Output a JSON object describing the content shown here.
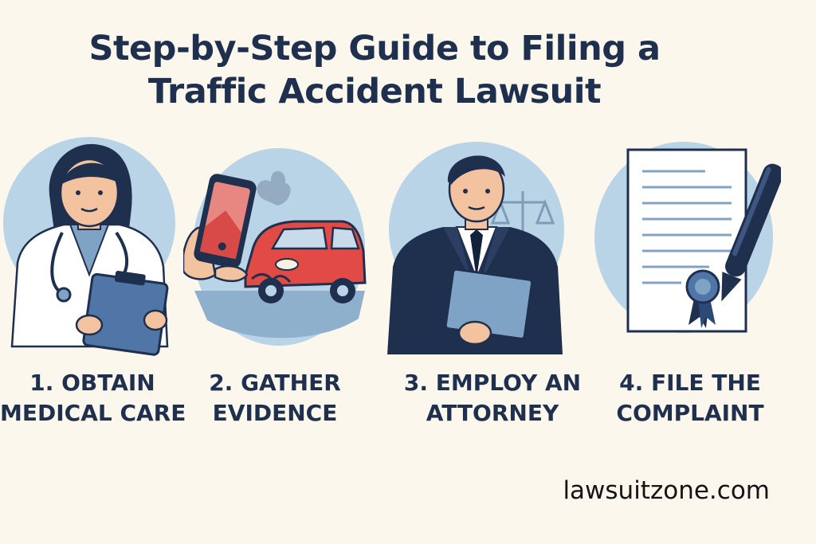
{
  "title": {
    "line1": "Step-by-Step Guide to Filing a",
    "line2": "Traffic Accident Lawsuit"
  },
  "steps": [
    {
      "line1": "1. OBTAIN",
      "line2": "MEDICAL CARE",
      "icon": "doctor-icon"
    },
    {
      "line1": "2. GATHER",
      "line2": "EVIDENCE",
      "icon": "phone-camera-car-crash-icon"
    },
    {
      "line1": "3. EMPLOY AN",
      "line2": "ATTORNEY",
      "icon": "attorney-icon"
    },
    {
      "line1": "4. FILE THE",
      "line2": "COMPLAINT",
      "icon": "document-pen-icon"
    }
  ],
  "footer": {
    "site": "lawsuitzone.com"
  },
  "colors": {
    "background": "#fbf7ec",
    "navy": "#1f2f4e",
    "circle": "#b9d4e6",
    "car_red": "#e24a45",
    "skin": "#f3c3a0"
  }
}
